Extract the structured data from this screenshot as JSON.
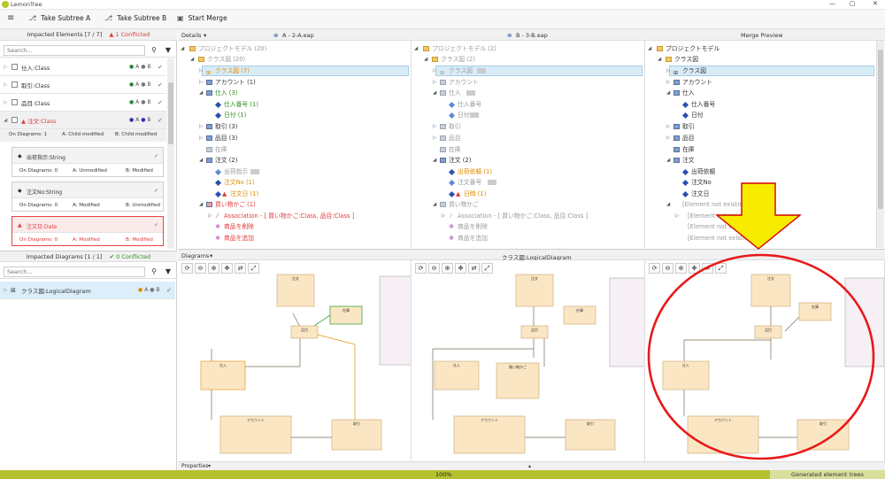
{
  "app": {
    "title": "LemonTree"
  },
  "toolbar": {
    "take_a": "Take Subtree A",
    "take_b": "Take Subtree B",
    "start_merge": "Start Merge"
  },
  "impacted_elements": {
    "title": "Impacted Elements [7 / 7]",
    "conflicts": "1 Conflicted",
    "search_placeholder": "Search...",
    "rows": [
      {
        "name": "仕入:Class",
        "a": "A",
        "b": "B"
      },
      {
        "name": "取引:Class",
        "a": "A",
        "b": "B"
      },
      {
        "name": "品目:Class",
        "a": "A",
        "b": "B"
      },
      {
        "name": "注文:Class",
        "a": "A",
        "b": "B"
      }
    ],
    "selected_meta": {
      "on_diagrams": "On Diagrams: 1",
      "a": "A: Child modified",
      "b": "B: Child modified"
    },
    "cards": [
      {
        "name": "出荷指示:String",
        "on": "On Diagrams: 0",
        "a": "A: Unmodified",
        "b": "B: Modified"
      },
      {
        "name": "注文No:String",
        "on": "On Diagrams: 0",
        "a": "A: Modified",
        "b": "B: Unmodified"
      },
      {
        "name": "注文日:Date",
        "on": "On Diagrams: 0",
        "a": "A: Modified",
        "b": "B: Modified"
      }
    ]
  },
  "impacted_diagrams": {
    "title": "Impacted Diagrams [1 / 1]",
    "conflicts": "0 Conflicted",
    "search_placeholder": "Search...",
    "row": {
      "name": "クラス図:LogicalDiagram",
      "a": "A",
      "b": "B"
    }
  },
  "details": {
    "label": "Details",
    "col_a_title": "A - 2-A.eap",
    "col_b_title": "B - 3-B.eap",
    "col_merge_title": "Merge Preview",
    "col_a": [
      "プロジェクトモデル (20)",
      "クラス図 (20)",
      "クラス図 (7)",
      "アカウント (1)",
      "仕入 (3)",
      "仕入番号 (1)",
      "日付 (1)",
      "取引 (3)",
      "品目 (3)",
      "在庫",
      "注文 (2)",
      "出荷指示",
      "注文No (1)",
      "注文日 (1)",
      "買い物かご (1)",
      "Association - [ 買い物かご:Class, 品目:Class ]",
      "商品を削除",
      "商品を追加"
    ],
    "col_b": [
      "プロジェクトモデル (2)",
      "クラス図 (2)",
      "クラス図",
      "アカウント",
      "仕入",
      "仕入番号",
      "日付",
      "取引",
      "品目",
      "在庫",
      "注文 (2)",
      "出荷依頼 (1)",
      "注文番号",
      "日時 (1)",
      "買い物かご",
      "Association - [ 買い物かご:Class, 品目:Class ]",
      "商品を削除",
      "商品を追加"
    ],
    "col_merge": [
      "プロジェクトモデル",
      "クラス図",
      "クラス図",
      "アカウント",
      "仕入",
      "仕入番号",
      "日付",
      "取引",
      "品目",
      "在庫",
      "注文",
      "出荷依頼",
      "注文No",
      "注文日",
      "[Element not existing]",
      "[Element not existing]",
      "[Element not existing]",
      "[Element not existing]"
    ]
  },
  "diagrams": {
    "label": "Diagrams",
    "center_title": "クラス図:LogicalDiagram",
    "tools": [
      "⟳",
      "⊖",
      "⊕",
      "✥",
      "⇄",
      "⤢"
    ],
    "boxes": [
      "注文",
      "品目",
      "在庫",
      "仕入",
      "買い物かご",
      "アカウント",
      "取引"
    ]
  },
  "properties": {
    "label": "Properties"
  },
  "status": {
    "progress": "100%",
    "progress_value": 1.0,
    "right": "Generated element trees"
  },
  "colors": {
    "accent": "#b6c132",
    "conflict": "#e03a3a",
    "ok": "#2f8f1f",
    "annotation": "#e8191b",
    "arrow": "#f7ec00"
  }
}
